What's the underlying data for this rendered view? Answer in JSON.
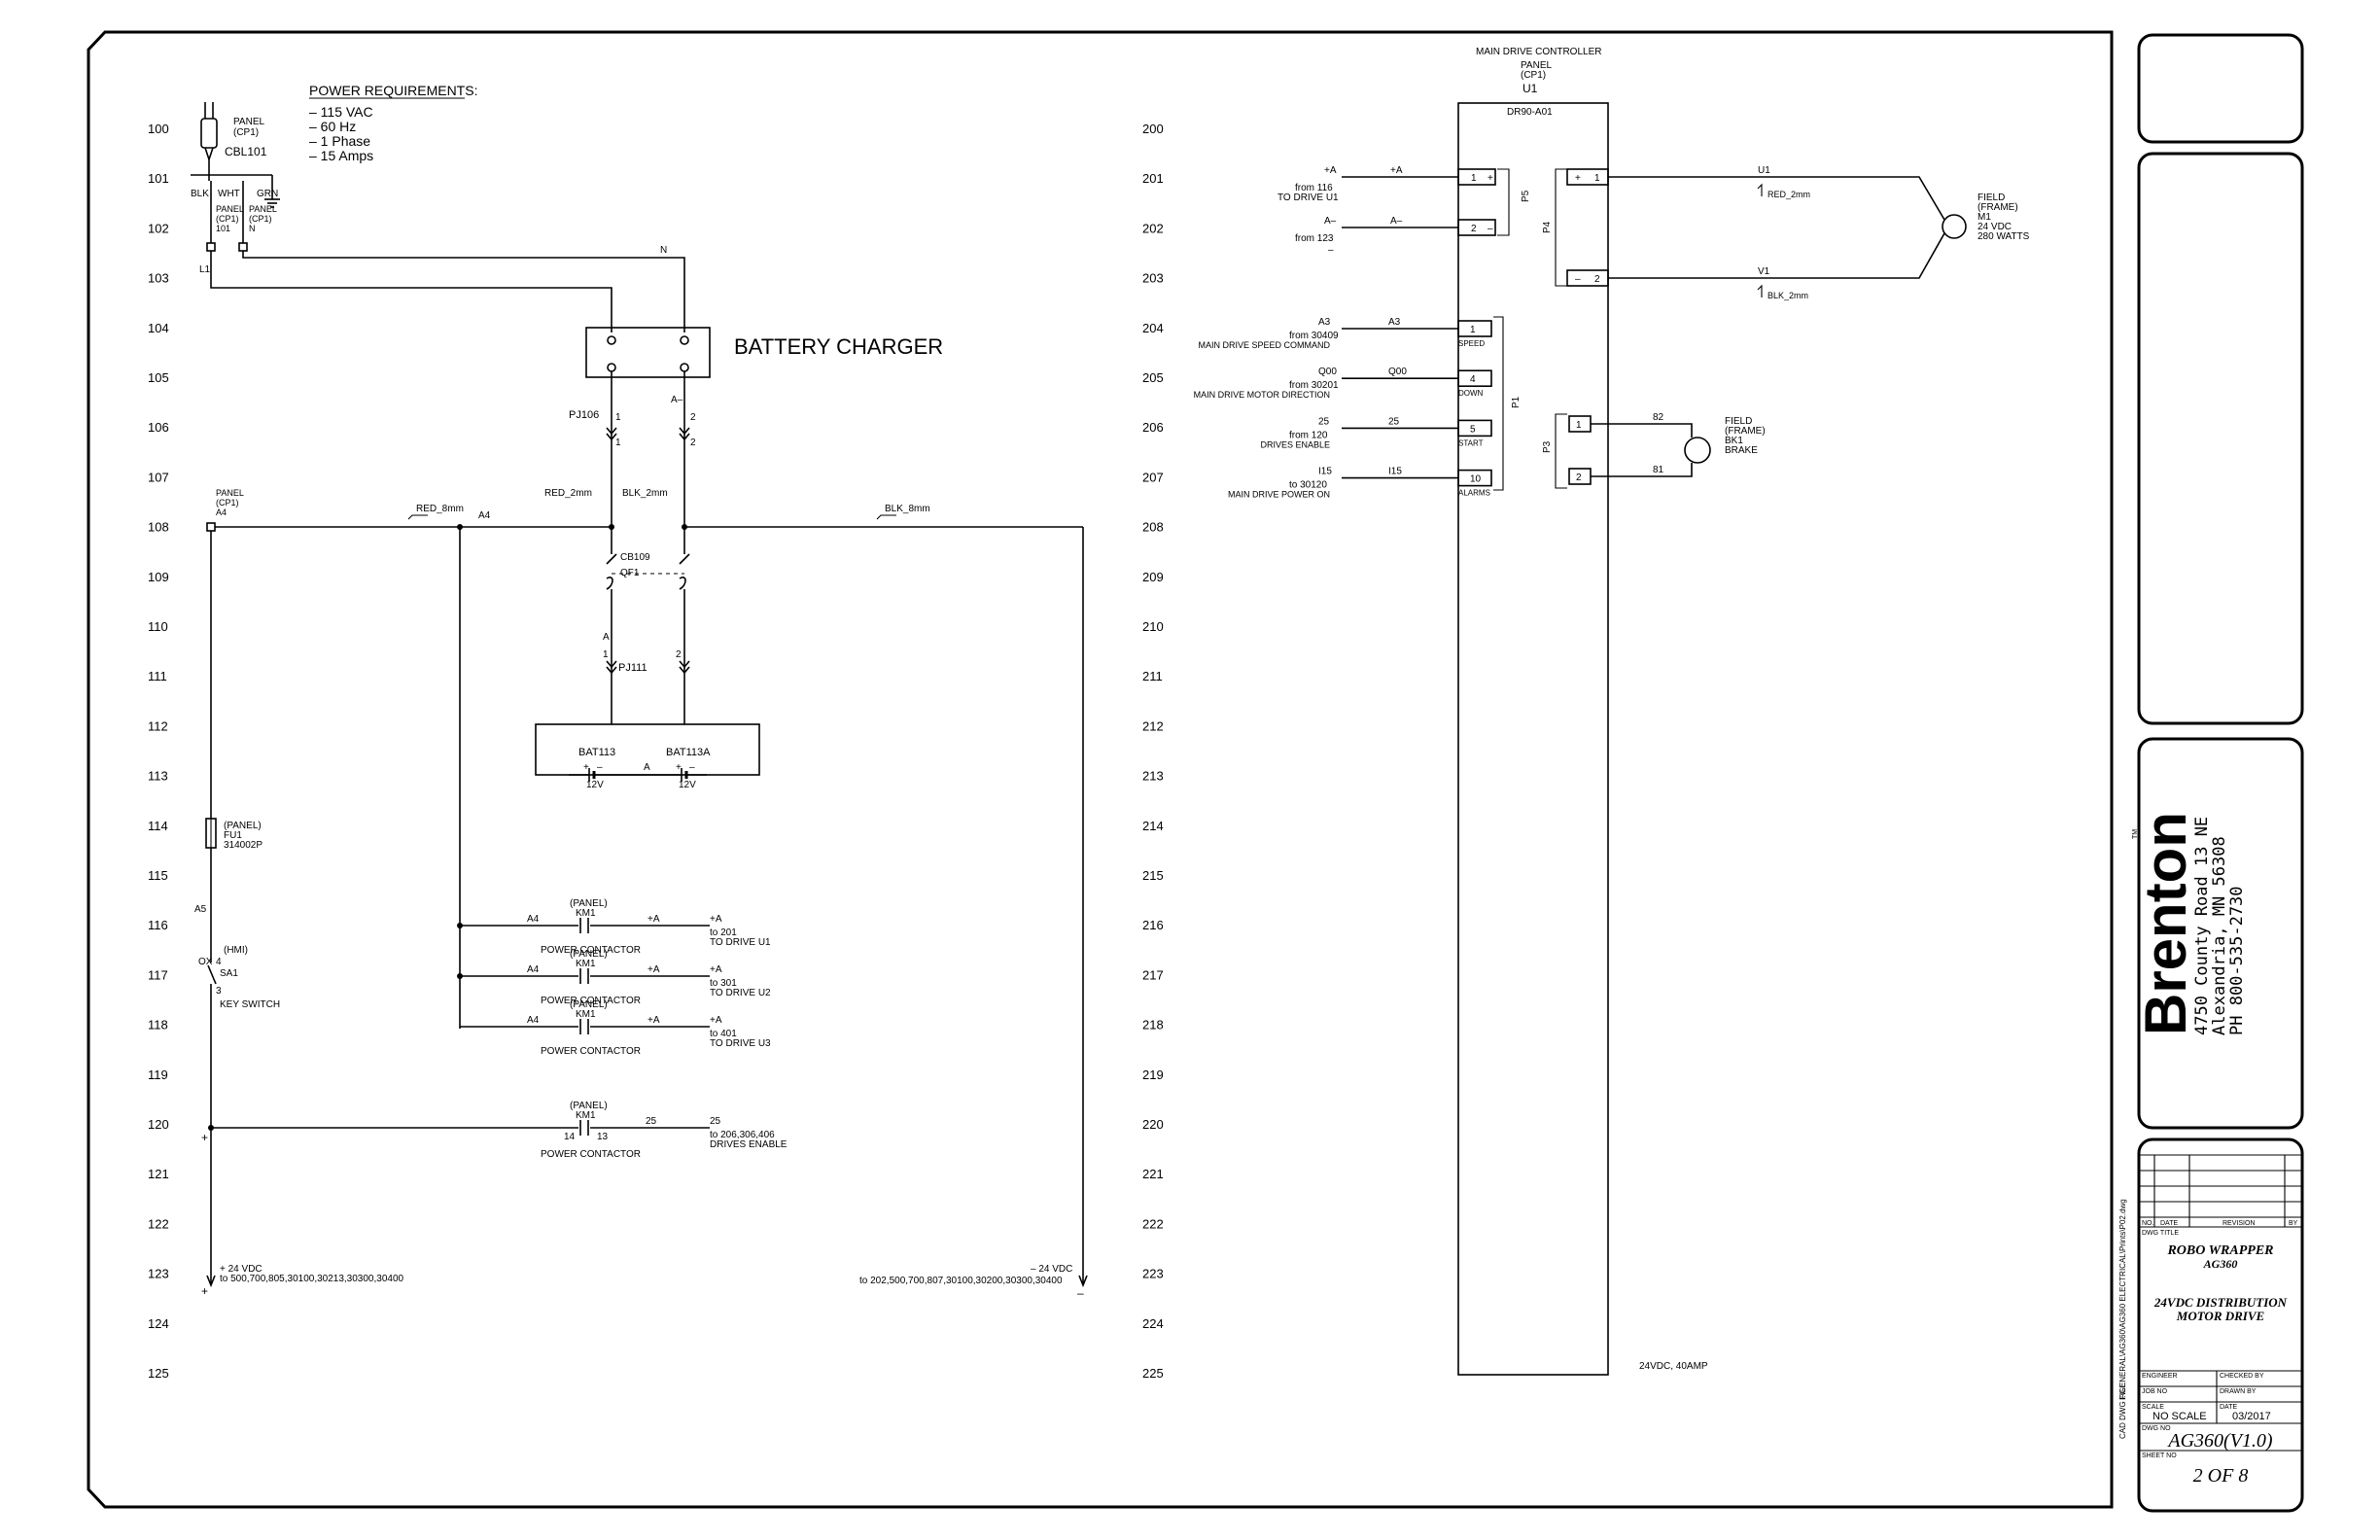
{
  "sheet": {
    "power_requirements": {
      "title": "POWER REQUIREMENTS:",
      "items": [
        "– 115 VAC",
        "– 60 Hz",
        "– 1 Phase",
        "– 15 Amps"
      ]
    },
    "left_rungs": [
      "100",
      "101",
      "102",
      "103",
      "104",
      "105",
      "106",
      "107",
      "108",
      "109",
      "110",
      "111",
      "112",
      "113",
      "114",
      "115",
      "116",
      "117",
      "118",
      "119",
      "120",
      "121",
      "122",
      "123",
      "124",
      "125"
    ],
    "right_rungs": [
      "200",
      "201",
      "202",
      "203",
      "204",
      "205",
      "206",
      "207",
      "208",
      "209",
      "210",
      "211",
      "212",
      "213",
      "214",
      "215",
      "216",
      "217",
      "218",
      "219",
      "220",
      "221",
      "222",
      "223",
      "224",
      "225"
    ],
    "left_circuit": {
      "plug": {
        "panel": "PANEL",
        "cp": "(CP1)",
        "cable": "CBL101"
      },
      "conductors": {
        "blk": "BLK",
        "wht": "WHT",
        "grn": "GRN"
      },
      "terminal_101": {
        "panel": "PANEL",
        "cp": "(CP1)",
        "num": "101"
      },
      "terminal_n": {
        "panel": "PANEL",
        "cp": "(CP1)",
        "num": "N"
      },
      "l1": "L1",
      "n_label": "N",
      "charger": "BATTERY CHARGER",
      "pj106": "PJ106",
      "pj106_pins": [
        "1",
        "1",
        "2",
        "2"
      ],
      "a_minus": "A–",
      "red_2mm": "RED_2mm",
      "blk_2mm": "BLK_2mm",
      "panel_a4": {
        "panel": "PANEL",
        "cp": "(CP1)",
        "num": "A4"
      },
      "red_8mm": "RED_8mm",
      "a4": "A4",
      "blk_8mm": "BLK_8mm",
      "cb109": "CB109",
      "qf1": "QF1",
      "a_label": "A",
      "pj111": "PJ111",
      "pj111_pins": [
        "1",
        "2"
      ],
      "bat113": "BAT113",
      "bat113a": "BAT113A",
      "bat_a": "A",
      "plus": "+",
      "minus": "–",
      "v12": "12V",
      "fuse": {
        "panel": "(PANEL)",
        "fu": "FU1",
        "part": "314002P"
      },
      "a5": "A5",
      "sa1": {
        "hmi": "(HMI)",
        "ox": "OX",
        "pin4": "4",
        "pin3": "3",
        "name": "SA1",
        "desc": "KEY SWITCH"
      },
      "contactors": [
        {
          "panel": "(PANEL)",
          "km": "KM1",
          "a4": "A4",
          "plus": "+A",
          "label": "POWER CONTACTOR",
          "dest_term": "+A",
          "dest_to": "to 201",
          "dest_desc": "TO DRIVE U1"
        },
        {
          "panel": "(PANEL)",
          "km": "KM1",
          "a4": "A4",
          "plus": "+A",
          "label": "POWER CONTACTOR",
          "dest_term": "+A",
          "dest_to": "to 301",
          "dest_desc": "TO DRIVE U2"
        },
        {
          "panel": "(PANEL)",
          "km": "KM1",
          "a4": "A4",
          "plus": "+A",
          "label": "POWER CONTACTOR",
          "dest_term": "+A",
          "dest_to": "to 401",
          "dest_desc": "TO DRIVE U3"
        }
      ],
      "enable": {
        "panel": "(PANEL)",
        "km": "KM1",
        "p14": "14",
        "p13": "13",
        "wire": "25",
        "dest_term": "25",
        "dest_to": "to 206,306,406",
        "dest_desc": "DRIVES ENABLE",
        "label": "POWER CONTACTOR"
      },
      "plus_sign": "+",
      "vdc_pos": {
        "label": "+ 24 VDC",
        "to": "to 500,700,805,30100,30213,30300,30400"
      },
      "vdc_neg": {
        "label": "– 24 VDC",
        "to": "to 202,500,700,807,30100,30200,30300,30400"
      }
    },
    "right_circuit": {
      "controller": {
        "title": "MAIN DRIVE CONTROLLER",
        "panel": "PANEL",
        "cp": "(CP1)",
        "u1": "U1",
        "model": "DR90-A01",
        "rating": "24VDC, 40AMP"
      },
      "p5": "P5",
      "p4": "P4",
      "p1": "P1",
      "p3": "P3",
      "p5_pins": [
        {
          "num": "1",
          "sign": "+",
          "wire": "+A",
          "term": "+A",
          "from": "from 116",
          "desc": "TO DRIVE U1"
        },
        {
          "num": "2",
          "sign": "–",
          "wire": "A–",
          "term": "A–",
          "from": "from 123",
          "desc": "–"
        }
      ],
      "p1_pins": [
        {
          "num": "1",
          "func": "SPEED",
          "wire": "A3",
          "term": "A3",
          "from": "from 30409",
          "desc": "MAIN DRIVE SPEED COMMAND"
        },
        {
          "num": "4",
          "func": "DOWN",
          "wire": "Q00",
          "term": "Q00",
          "from": "from 30201",
          "desc": "MAIN DRIVE MOTOR DIRECTION"
        },
        {
          "num": "5",
          "func": "START",
          "wire": "25",
          "term": "25",
          "from": "from 120",
          "desc": "DRIVES ENABLE"
        },
        {
          "num": "10",
          "func": "ALARMS",
          "wire": "I15",
          "term": "I15",
          "from": "to 30120",
          "desc": "MAIN DRIVE POWER ON"
        }
      ],
      "p4_pins": [
        {
          "sign": "+",
          "num": "1",
          "wire": "U1",
          "cable": "RED_2mm"
        },
        {
          "sign": "–",
          "num": "2",
          "wire": "V1",
          "cable": "BLK_2mm"
        }
      ],
      "motor": {
        "field": "FIELD",
        "frame": "(FRAME)",
        "name": "M1",
        "volts": "24 VDC",
        "watts": "280 WATTS"
      },
      "p3_pins": [
        {
          "num": "1",
          "wire": "82"
        },
        {
          "num": "2",
          "wire": "81"
        }
      ],
      "brake": {
        "field": "FIELD",
        "frame": "(FRAME)",
        "name": "BK1",
        "desc": "BRAKE"
      }
    },
    "title_block": {
      "brand": "Brenton",
      "tm": "TM",
      "address": [
        "4750 County Road 13 NE",
        "Alexandria, MN 56308",
        "PH 800-535-2730"
      ],
      "cad_label": "CAD DWG FILE",
      "cad_file": "I:\\GENERAL\\AG360\\AG360 ELECTRICAL\\Prints\\P02.dwg",
      "rev_headers": [
        "NO.",
        "DATE",
        "REVISION",
        "BY"
      ],
      "dwg_title_label": "DWG TITLE",
      "title1": [
        "ROBO WRAPPER",
        "AG360"
      ],
      "title2": [
        "24VDC DISTRIBUTION",
        "MOTOR DRIVE"
      ],
      "fields": {
        "engineer": "ENGINEER",
        "checked_by": "CHECKED BY",
        "job_no": "JOB NO",
        "drawn_by": "DRAWN BY",
        "scale_label": "SCALE",
        "scale": "NO SCALE",
        "date_label": "DATE",
        "date": "03/2017",
        "dwg_no_label": "DWG NO",
        "dwg_no": "AG360(V1.0)",
        "sheet_no_label": "SHEET NO",
        "sheet_no": "2 OF 8"
      }
    }
  }
}
